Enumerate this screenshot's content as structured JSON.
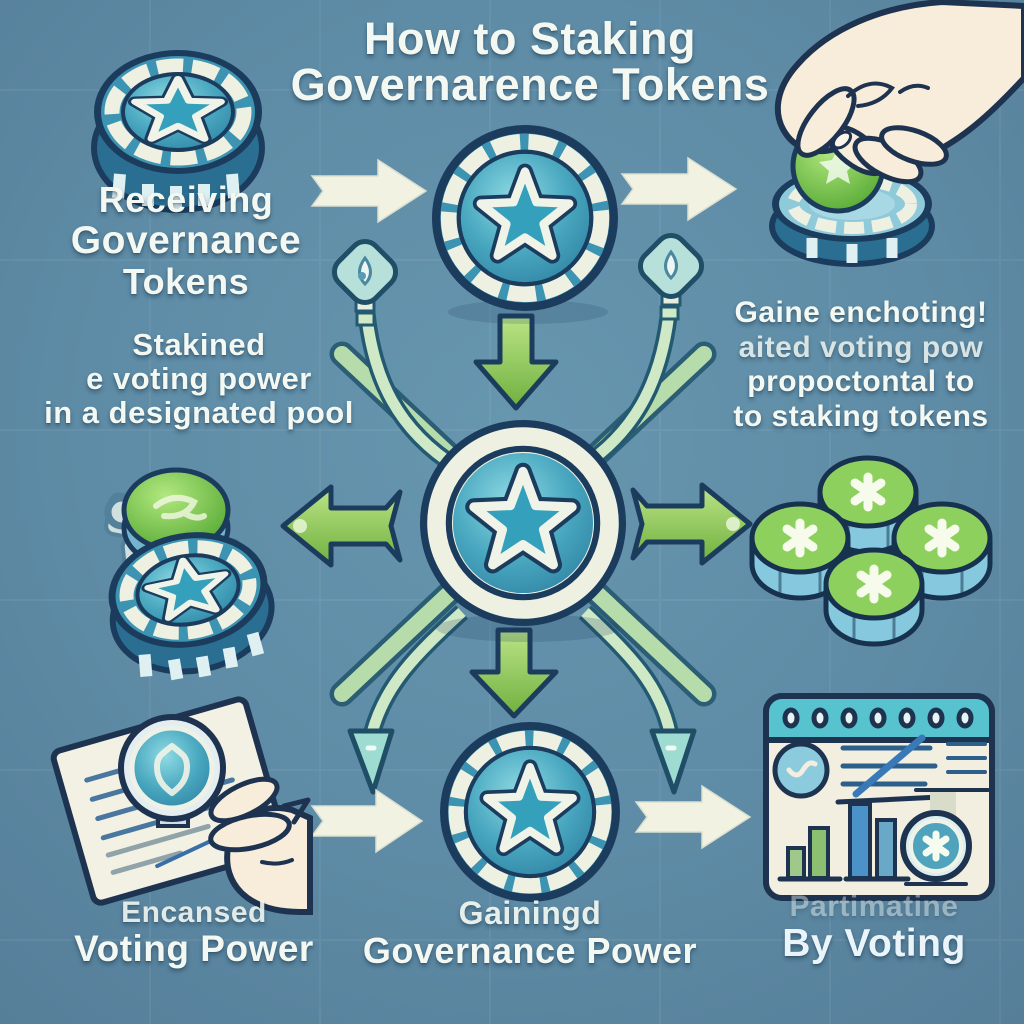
{
  "title": {
    "line1": "How to Staking",
    "line2": "Governarence Tokens"
  },
  "labels": {
    "receiving": {
      "line1": "Receiving",
      "line2": "Governance",
      "line3": "Tokens"
    },
    "staked": {
      "line1": "Stakined",
      "line2": "e voting power",
      "line3": "in a designated pool"
    },
    "gain": {
      "line1": "Gaine enchoting!",
      "line2": "aited voting pow",
      "line3": "propoctontal to",
      "line4": "to staking tokens"
    },
    "enhanced": {
      "line1": "Encansed",
      "line2": "Voting Power"
    },
    "gaining": {
      "line1": "Gainingd",
      "line2": "Governance Power"
    },
    "voting": {
      "faint": "Partimatine",
      "line1": "By Voting"
    }
  },
  "icons": {
    "top_left": "stacked-governance-token-chip",
    "top_center": "segmented-star-token-chip",
    "top_right": "hand-placing-green-token-on-chip",
    "mid_left": "token-stack-with-star-chip",
    "center": "star-token-coin",
    "mid_right": "four-green-coins",
    "bottom_left": "hand-holding-document-with-coin",
    "bottom_center": "segmented-star-token-chip",
    "bottom_right": "voting-dashboard-window",
    "arrows": [
      "white-right-arrow",
      "green-down-arrow",
      "green-left-arrow",
      "green-right-arrow",
      "teal-down-arrowhead"
    ]
  },
  "colors": {
    "background": "#5e8ba5",
    "navy_outline": "#1c3c5e",
    "chip_teal": "#49a8c0",
    "cream": "#f2f2e2",
    "green_arrow": "#8cce5f",
    "green_token": "#8ed05e",
    "pale_green_line": "#cfe8c6",
    "teal_node": "#9edcd2",
    "window_header": "#56c3cf",
    "bar_green": "#8cc070",
    "bar_blue": "#4a92c8",
    "text": "#f3f8f2"
  }
}
